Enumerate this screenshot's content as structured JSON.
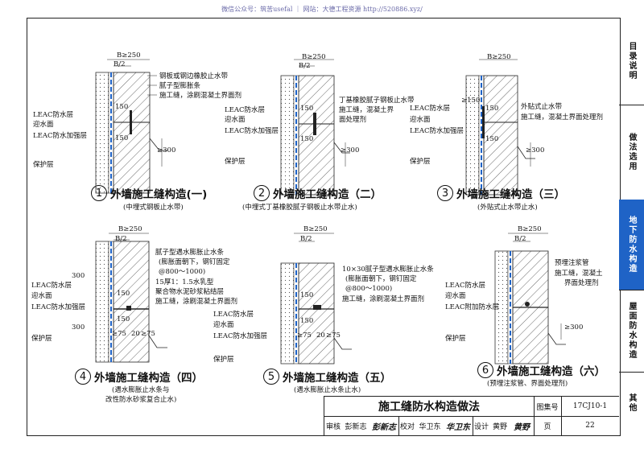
{
  "watermark": "微信公众号：筑苦usefal ｜ 网站：大德工程资源 http://520886.xyz/",
  "sidebar": [
    {
      "label": "目录说明",
      "active": false
    },
    {
      "label": "做法选用",
      "active": false
    },
    {
      "label": "地下防水构造",
      "active": true
    },
    {
      "label": "屋面防水构造",
      "active": false
    },
    {
      "label": "其他",
      "active": false
    }
  ],
  "details": [
    {
      "num": "1",
      "title": "外墙施工缝构造(一)",
      "subtitle": "(中埋式钢板止水带)",
      "labels": [
        "B≥250",
        "B/2",
        "钢板或钢边橡胶止水带",
        "腻子型膨胀条",
        "施工缝，涂刷混凝土界面剂",
        "LEAC防水层",
        "迎水面",
        "LEAC防水加强层",
        "保护层",
        "150",
        "150",
        "≥300"
      ]
    },
    {
      "num": "2",
      "title": "外墙施工缝构造（二）",
      "subtitle": "(中埋式丁基橡胶腻子钢板止水带止水)",
      "labels": [
        "B≥250",
        "B/2",
        "丁基橡胶腻子钢板止水带",
        "施工缝，混凝土界",
        "面处理剂",
        "LEAC防水层",
        "迎水面",
        "LEAC防水加强层",
        "保护层",
        "150",
        "150",
        "≥300"
      ]
    },
    {
      "num": "3",
      "title": "外墙施工缝构造（三）",
      "subtitle": "(外贴式止水带止水)",
      "labels": [
        "B≥250",
        "≥150",
        "外贴式止水带",
        "施工缝，混凝土界面处理剂",
        "LEAC防水层",
        "迎水面",
        "LEAC防水加强层",
        "保护层",
        "150",
        "150",
        "≥300"
      ]
    },
    {
      "num": "4",
      "title": "外墙施工缝构造（四）",
      "subtitle": "(遇水膨胀止水条与",
      "subtitle2": "改性防水砂浆复合止水)",
      "labels": [
        "B≥250",
        "B/2",
        "腻子型遇水膨胀止水条",
        "(膨胀面朝下，钢钉固定",
        "@800～1000)",
        "15厚1：1.5水乳型",
        "聚合物水泥砂浆粘结层",
        "施工缝，涂刷混凝土界面剂",
        "LEAC防水层",
        "迎水面",
        "LEAC防水加强层",
        "保护层",
        "300",
        "300",
        "150",
        "150",
        "≥75",
        "20",
        "≥75"
      ]
    },
    {
      "num": "5",
      "title": "外墙施工缝构造（五）",
      "subtitle": "(遇水膨胀止水条止水)",
      "labels": [
        "B≥250",
        "B/2",
        "10×30腻子型遇水膨胀止水条",
        "(膨胀面朝下，钢钉固定",
        "@800～1000)",
        "施工缝，涂刷混凝土界面剂",
        "LEAC防水层",
        "迎水面",
        "LEAC防水加强层",
        "保护层",
        "150",
        "150",
        "≥75",
        "20",
        "≥75"
      ]
    },
    {
      "num": "6",
      "title": "外墙施工缝构造（六）",
      "subtitle": "(预埋注浆管、界面处理剂)",
      "labels": [
        "B≥250",
        "B/2",
        "预埋注浆管",
        "施工缝，混凝土",
        "界面处理剂",
        "LEAC防水层",
        "迎水面",
        "LEAC附加防水层",
        "保护层",
        "≥300"
      ]
    }
  ],
  "titleblock": {
    "title": "施工缝防水构造做法",
    "atlas_label": "图集号",
    "atlas_no": "17CJ10-1",
    "review_label": "审核",
    "reviewer": "彭新志",
    "reviewer_sig": "彭新志",
    "check_label": "校对",
    "checker": "华卫东",
    "checker_sig": "华卫东",
    "design_label": "设计",
    "designer": "黄野",
    "designer_sig": "黄野",
    "page_label": "页",
    "page_no": "22"
  }
}
